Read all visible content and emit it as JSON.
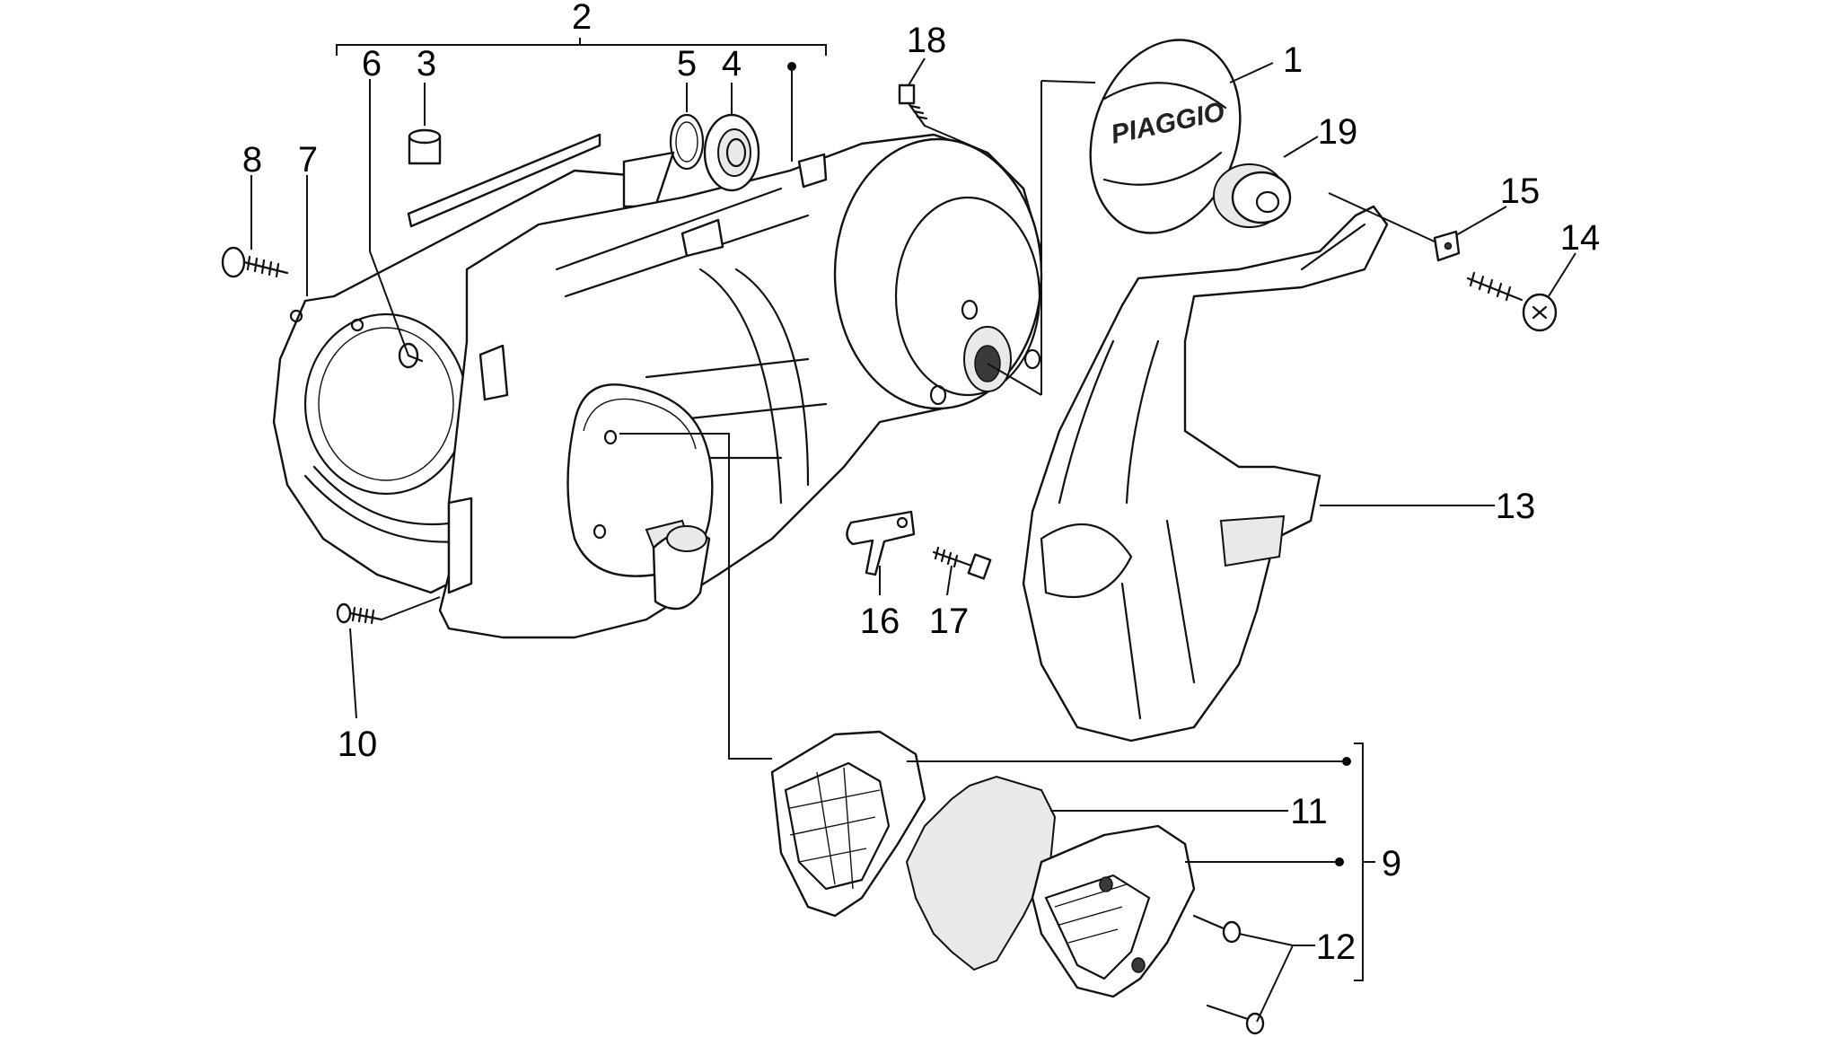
{
  "diagram": {
    "brand_logo": "PIAGGIO",
    "callouts": [
      "1",
      "2",
      "3",
      "4",
      "5",
      "6",
      "7",
      "8",
      "9",
      "10",
      "11",
      "12",
      "13",
      "14",
      "15",
      "16",
      "17",
      "18",
      "19"
    ]
  }
}
